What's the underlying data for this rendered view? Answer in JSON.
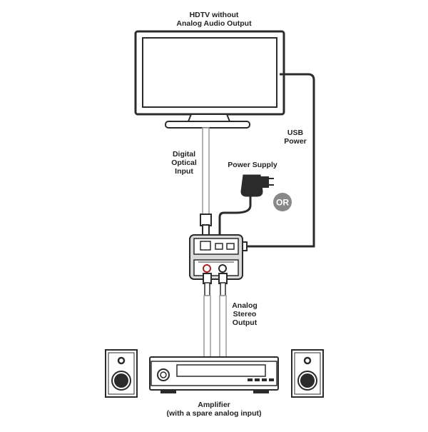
{
  "labels": {
    "hdtv": [
      "HDTV without",
      "Analog Audio Output"
    ],
    "digital_optical": [
      "Digital",
      "Optical",
      "Input"
    ],
    "power_supply": "Power Supply",
    "usb_power": [
      "USB",
      "Power"
    ],
    "or_badge": "OR",
    "analog_stereo": [
      "Analog",
      "Stereo",
      "Output"
    ],
    "amplifier": [
      "Amplifier",
      "(with a spare analog input)"
    ]
  },
  "colors": {
    "outline": "#2b2b2b",
    "cable_gray": "#9a9a9a",
    "device_fill": "#d9d9d9",
    "badge_fill": "#888888",
    "rca_red": "#b02020"
  },
  "icons": {
    "tv": "hdtv-icon",
    "converter": "converter-box-icon",
    "adapter": "power-adapter-icon",
    "speaker": "speaker-icon",
    "amplifier": "amplifier-icon"
  }
}
